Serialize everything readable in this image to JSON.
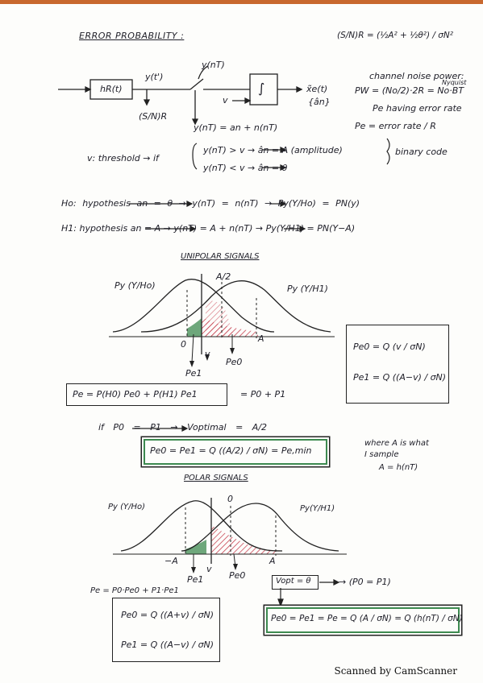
{
  "colors": {
    "ink": "#20202a",
    "shade_red": "#d94050",
    "shade_green": "#3d8a50",
    "top_bar": "#c8682e"
  },
  "header": {
    "title": "ERROR PROBABILITY :",
    "snr_formula": "(S/N)R = (½A² + ½θ²) / σN²"
  },
  "block_diagram": {
    "filter_label": "hR(t)",
    "output_label": "y(t')",
    "sample_label": "y(nT)",
    "snr_label": "(S/N)R",
    "integrator_label": "∫",
    "threshold_label": "v",
    "estimate_label": "x̃e(t)",
    "estimate_seq": "{ân}",
    "sample_equation": "y(nT) = an + n(nT)",
    "threshold_desc": "v: threshold → if"
  },
  "decision_rules": {
    "rule_1": "y(nT) > v → ân = A (amplitude)",
    "rule_2": "y(nT) < v → ân = θ",
    "side_note": "binary code"
  },
  "noise_notes": {
    "channel_power_title": "channel noise power:",
    "channel_power_eq": "PW = (No/2)·2R = No·BT",
    "nyquist": "Nyquist",
    "pe_desc": "Pe having error rate",
    "pe_eq": "Pe = error rate / R"
  },
  "hypotheses": {
    "h0": "Ho: hypothesis an = θ → y(nT) = n(nT) → Py(Y/Ho) = PN(y)",
    "h1": "H1: hypothesis an = A → y(nT) = A + n(nT) → Py(Y/H1) = PN(Y−A)"
  },
  "unipolar": {
    "heading": "UNIPOLAR SIGNALS",
    "left_curve": "Py (Y/Ho)",
    "right_curve": "Py (Y/H1)",
    "mid_label": "A/2",
    "zero": "0",
    "v": "v",
    "A": "A",
    "pe1": "Pe1",
    "pe0": "Pe0",
    "pe0_formula": "Pe0 = Q (v / σN)",
    "pe1_formula": "Pe1 = Q ((A−v) / σN)",
    "pe_total": "Pe = P(H0) Pe0 + P(H1) Pe1",
    "pe_total_rhs": "= P0 + P1",
    "optimal": "if P0 = P1 → Voptimal = A/2",
    "result": "Pe0 = Pe1 = Q ((A/2) / σN) = Pe,min",
    "note_1": "where A is what",
    "note_2": "I sample",
    "note_3": "A = h(nT)"
  },
  "polar": {
    "heading": "POLAR SIGNALS",
    "left_curve": "Py (Y/Ho)",
    "right_curve": "Py(Y/H1)",
    "zero": "0",
    "minus_A": "−A",
    "v": "v",
    "A": "A",
    "pe1": "Pe1",
    "pe0": "Pe0",
    "pe_total": "Pe = P0·Pe0 + P1·Pe1",
    "pe0_formula": "Pe0 = Q ((A+v) / σN)",
    "pe1_formula": "Pe1 = Q ((A−v) / σN)",
    "vopt": "Vopt = θ",
    "vopt_cond": "→ (P0 = P1)",
    "result": "Pe0 = Pe1 = Pe = Q (A / σN) = Q (h(nT) / σN)"
  },
  "footer": {
    "scanner": "Scanned by CamScanner"
  }
}
